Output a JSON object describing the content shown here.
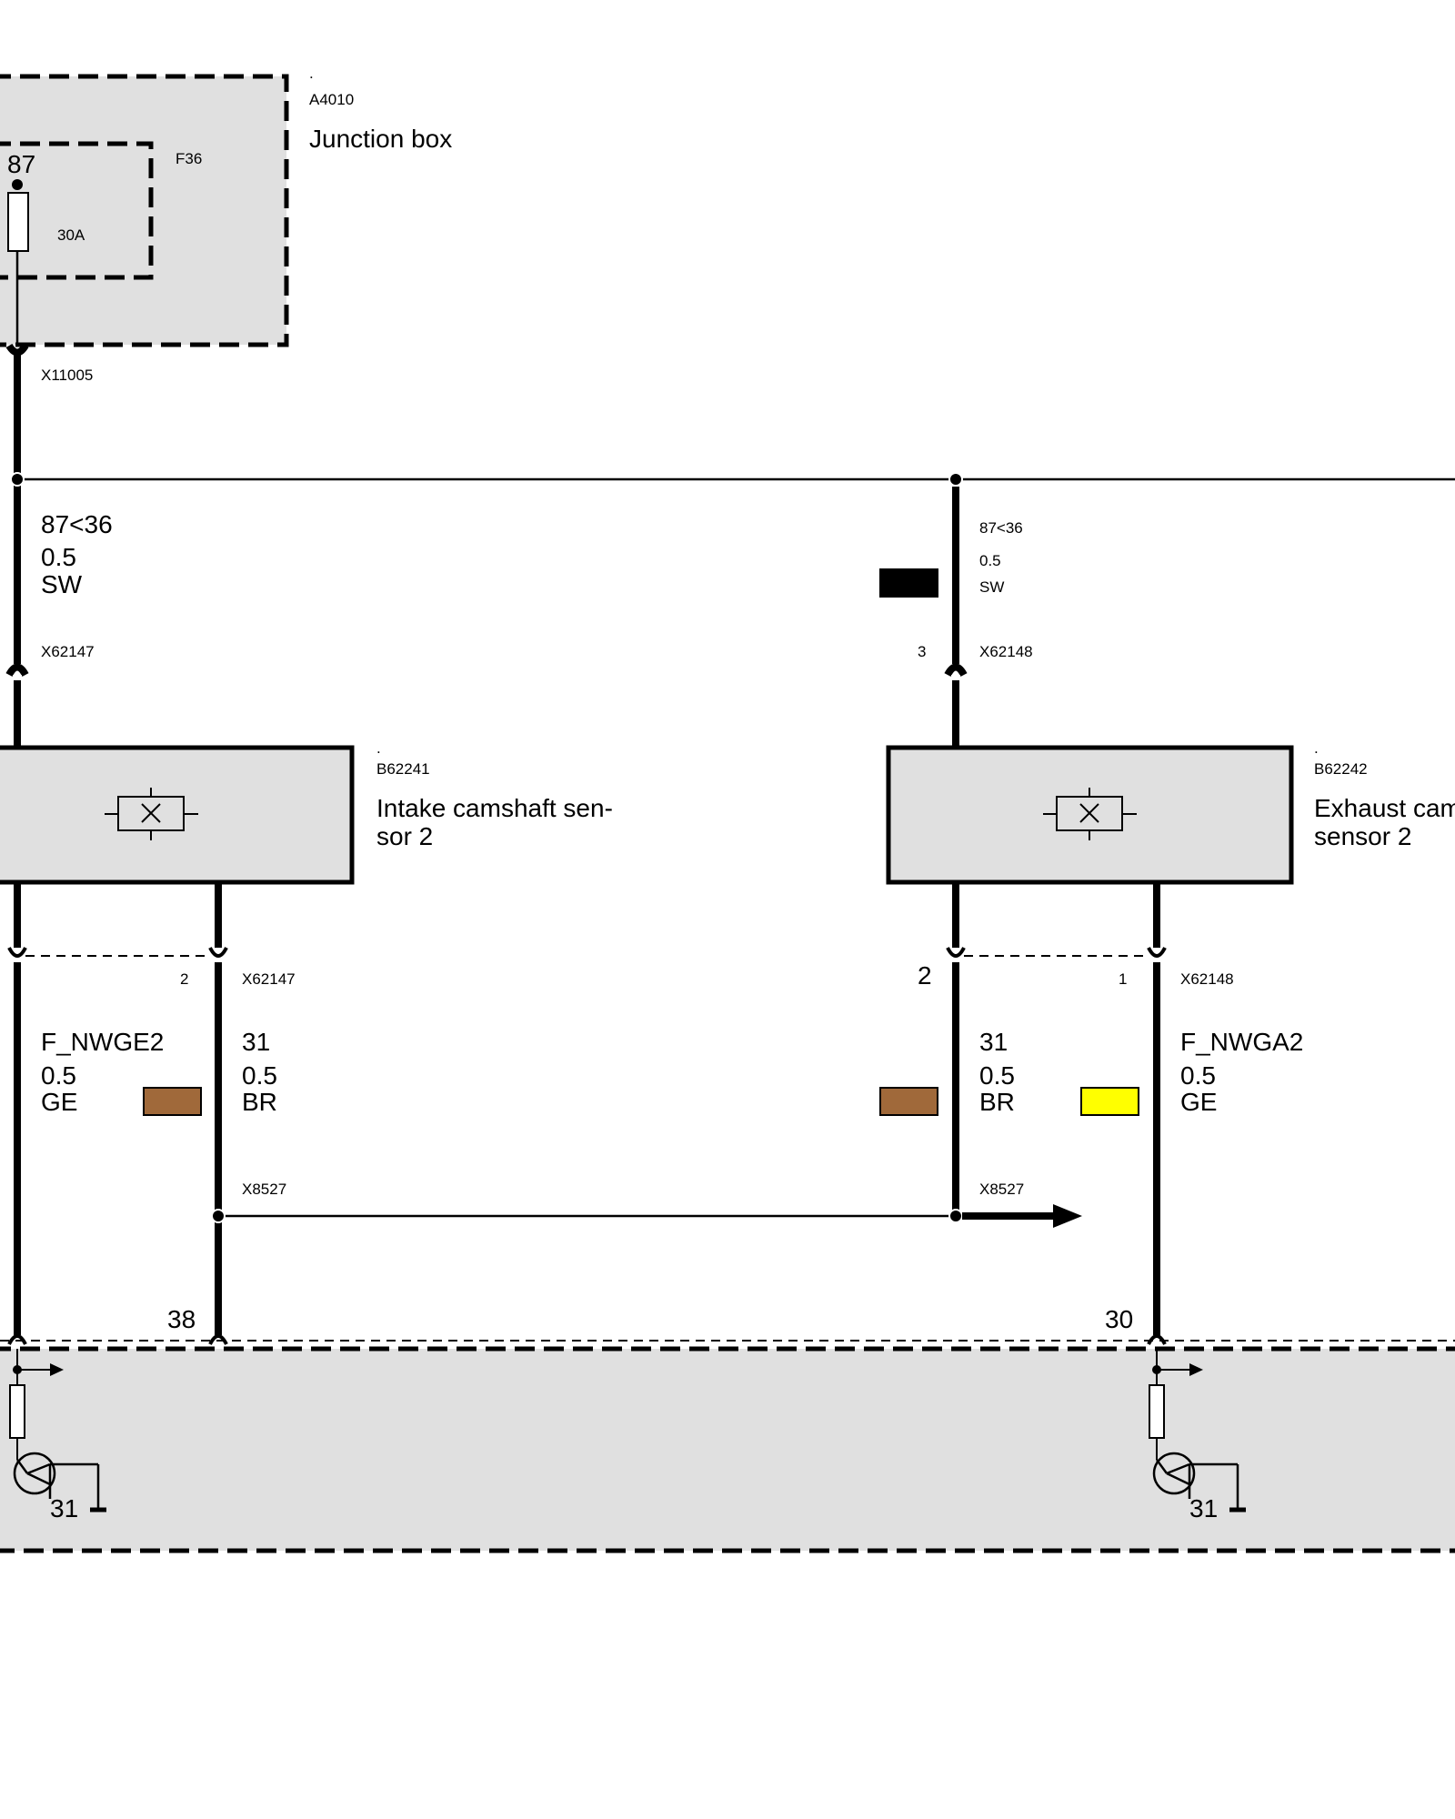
{
  "junction_box": {
    "dot": ".",
    "id": "A4010",
    "name": "Junction box",
    "fuse_pin": "87",
    "fuse_id": "F36",
    "fuse_rating": "30A",
    "connector": "X11005"
  },
  "wire_feed_left": {
    "signal": "87<36",
    "size": "0.5",
    "color_code": "SW",
    "color_hex": "#000000",
    "connector": "X62147"
  },
  "wire_feed_right": {
    "signal": "87<36",
    "size": "0.5",
    "color_code": "SW",
    "color_hex": "#000000",
    "pin": "3",
    "connector": "X62148"
  },
  "sensor_intake": {
    "dot": ".",
    "id": "B62241",
    "name_line1": "Intake camshaft sen-",
    "name_line2": "sor 2"
  },
  "sensor_exhaust": {
    "dot": ".",
    "id": "B62242",
    "name_line1": "Exhaust cam",
    "name_line2": "sensor 2"
  },
  "intake_outputs": {
    "pin": "2",
    "connector": "X62147",
    "signal_wire": {
      "signal": "F_NWGE2",
      "size": "0.5",
      "color_code": "GE",
      "color_hex": "#ffff00"
    },
    "ground_wire": {
      "signal": "31",
      "size": "0.5",
      "color_code": "BR",
      "color_hex": "#a0693a"
    },
    "splice": "X8527",
    "ecu_pin": "38"
  },
  "exhaust_outputs": {
    "pin_ground": "2",
    "pin_signal": "1",
    "connector": "X62148",
    "ground_wire": {
      "signal": "31",
      "size": "0.5",
      "color_code": "BR",
      "color_hex": "#a0693a"
    },
    "signal_wire": {
      "signal": "F_NWGA2",
      "size": "0.5",
      "color_code": "GE",
      "color_hex": "#ffff00"
    },
    "splice": "X8527",
    "ecu_pin": "30"
  },
  "ecu": {
    "ground_left": "31",
    "ground_right": "31"
  }
}
